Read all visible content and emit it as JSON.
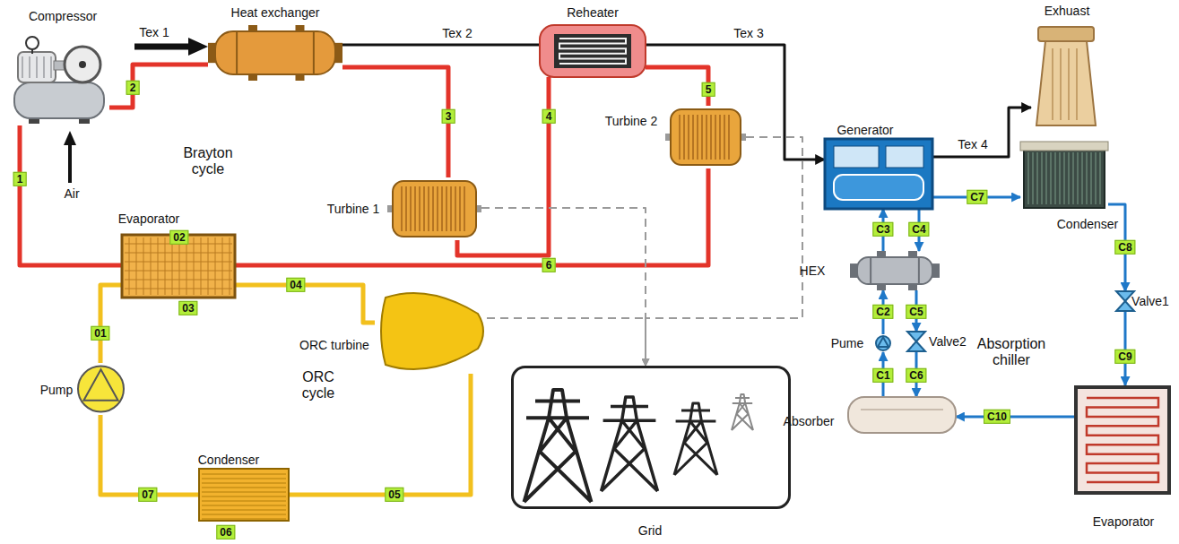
{
  "diagram": {
    "nodes": [
      {
        "text": [
          "Compressor"
        ]
      },
      {
        "text": [
          "Heat exchanger"
        ]
      },
      {
        "text": [
          "Reheater"
        ]
      },
      {
        "text": [
          "Exhuast"
        ]
      },
      {
        "text": [
          "Turbine 1"
        ]
      },
      {
        "text": [
          "Turbine 2"
        ]
      },
      {
        "text": [
          "Generator"
        ]
      },
      {
        "text": [
          "Condenser"
        ]
      },
      {
        "text": [
          "Evaporator"
        ]
      },
      {
        "text": [
          "ORC turbine"
        ]
      },
      {
        "text": [
          "HEX"
        ]
      },
      {
        "text": [
          "Pume"
        ]
      },
      {
        "text": [
          "Valve2"
        ]
      },
      {
        "text": [
          "Valve1"
        ]
      },
      {
        "text": [
          "Pump"
        ]
      },
      {
        "text": [
          "Absorber"
        ]
      },
      {
        "text": [
          "Evaporator"
        ]
      },
      {
        "text": [
          "Condenser"
        ]
      },
      {
        "text": [
          "Grid"
        ]
      }
    ],
    "edges": [
      {
        "from": 0,
        "to": 1,
        "label": "2",
        "arrow": "none"
      },
      {
        "from": 1,
        "to": 4,
        "label": "3",
        "arrow": "none"
      },
      {
        "from": 4,
        "to": 2,
        "label": "4",
        "arrow": "none"
      },
      {
        "from": 2,
        "to": 5,
        "label": "5",
        "arrow": "none"
      },
      {
        "from": 5,
        "to": 8,
        "label": "6",
        "arrow": "none"
      },
      {
        "from": 8,
        "to": 0,
        "label": "1",
        "arrow": "none"
      },
      {
        "from": 1,
        "to": 2,
        "label": "Tex 2",
        "arrow": "none"
      },
      {
        "from": 2,
        "to": 6,
        "label": "Tex 3",
        "arrow": "to"
      },
      {
        "from": 6,
        "to": 3,
        "label": "Tex 4",
        "arrow": "to"
      },
      {
        "from": 14,
        "to": 8,
        "label": "01",
        "arrow": "none"
      },
      {
        "from": 8,
        "to": 9,
        "label": "04",
        "arrow": "none"
      },
      {
        "from": 9,
        "to": 17,
        "label": "05",
        "arrow": "none"
      },
      {
        "from": 17,
        "to": 14,
        "label": "07",
        "arrow": "none"
      },
      {
        "from": 6,
        "to": 7,
        "label": "C7",
        "arrow": "to"
      },
      {
        "from": 7,
        "to": 13,
        "label": "C8",
        "arrow": "to"
      },
      {
        "from": 13,
        "to": 16,
        "label": "C9",
        "arrow": "to"
      },
      {
        "from": 16,
        "to": 15,
        "label": "C10",
        "arrow": "to"
      },
      {
        "from": 15,
        "to": 11,
        "label": "C1",
        "arrow": "to"
      },
      {
        "from": 11,
        "to": 10,
        "label": "C2",
        "arrow": "to"
      },
      {
        "from": 10,
        "to": 6,
        "label": "C3",
        "arrow": "to"
      },
      {
        "from": 6,
        "to": 10,
        "label": "C4",
        "arrow": "to"
      },
      {
        "from": 10,
        "to": 12,
        "label": "C5",
        "arrow": "to"
      },
      {
        "from": 12,
        "to": 15,
        "label": "C6",
        "arrow": "to"
      },
      {
        "from": 4,
        "to": 18,
        "arrow": "to"
      },
      {
        "from": 5,
        "to": 18,
        "arrow": "to"
      },
      {
        "from": 9,
        "to": 18,
        "arrow": "to"
      }
    ],
    "labels": [
      "Tex 1",
      "Air",
      "Brayton cycle",
      "ORC cycle",
      "Absorption chiller",
      "02",
      "03",
      "06"
    ]
  }
}
